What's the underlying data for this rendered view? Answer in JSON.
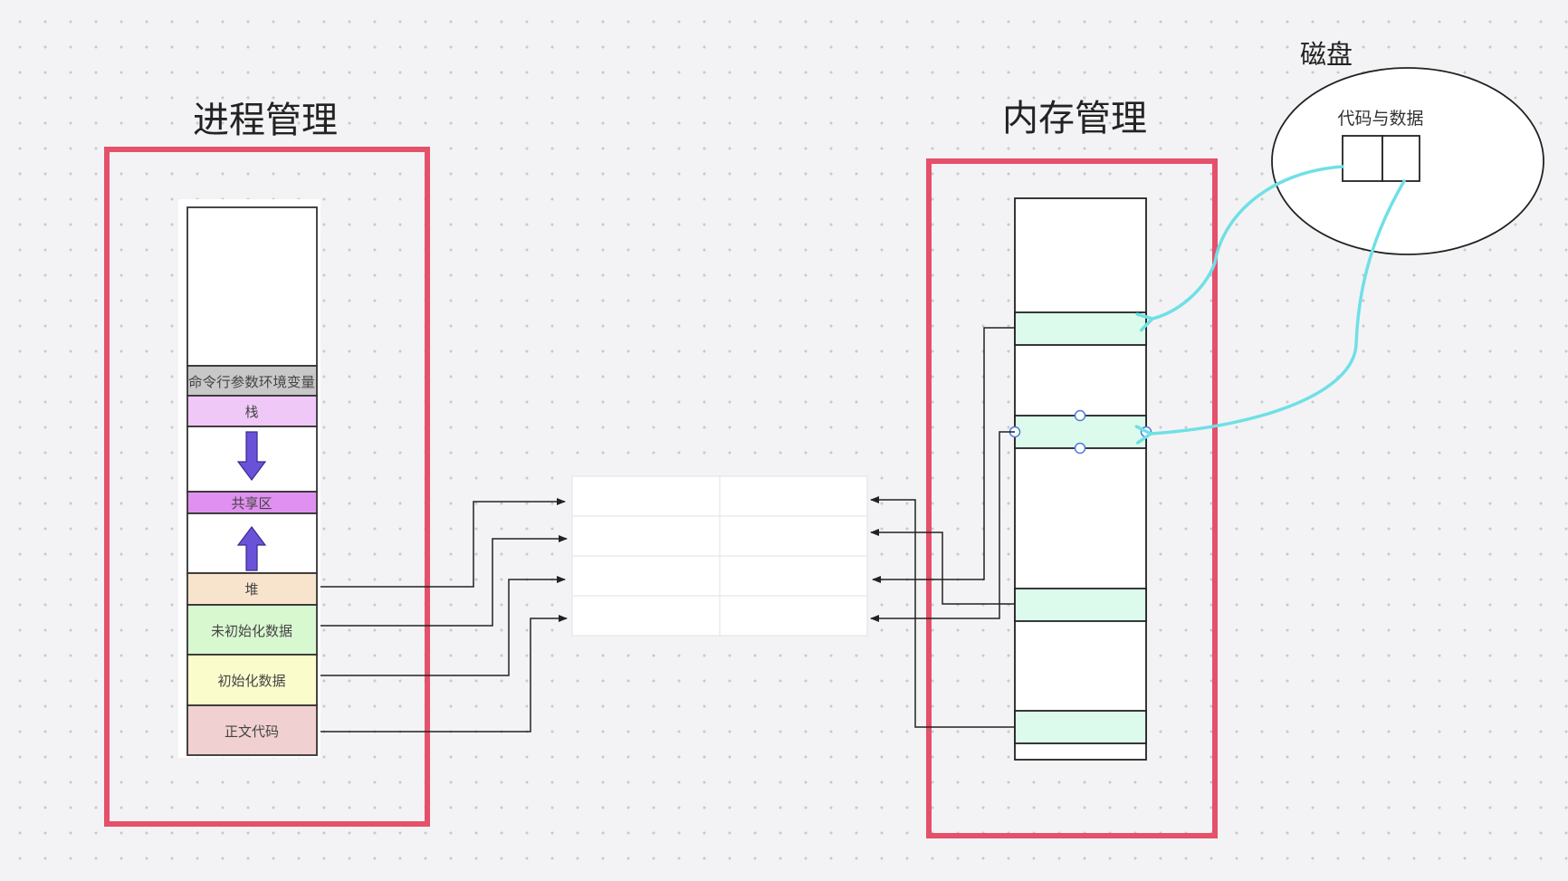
{
  "process": {
    "title": "进程管理",
    "segments": [
      {
        "label": "",
        "fill": "#ffffff"
      },
      {
        "label": "命令行参数环境变量",
        "fill": "#c8c8c8"
      },
      {
        "label": "栈",
        "fill": "#f0c8f8"
      },
      {
        "label": "",
        "fill": "#ffffff"
      },
      {
        "label": "共享区",
        "fill": "#e090f0"
      },
      {
        "label": "",
        "fill": "#ffffff"
      },
      {
        "label": "堆",
        "fill": "#f8e4cc"
      },
      {
        "label": "未初始化数据",
        "fill": "#d8f8d0"
      },
      {
        "label": "初始化数据",
        "fill": "#fbfccc"
      },
      {
        "label": "正文代码",
        "fill": "#f0d0d0"
      }
    ],
    "arrow_color": "#6a52d8"
  },
  "memory": {
    "title": "内存管理",
    "used_block_color": "#dcfbec"
  },
  "disk": {
    "title": "磁盘",
    "content_label": "代码与数据"
  },
  "colors": {
    "frame": "#e5506a",
    "connector": "#6fe0e6"
  }
}
